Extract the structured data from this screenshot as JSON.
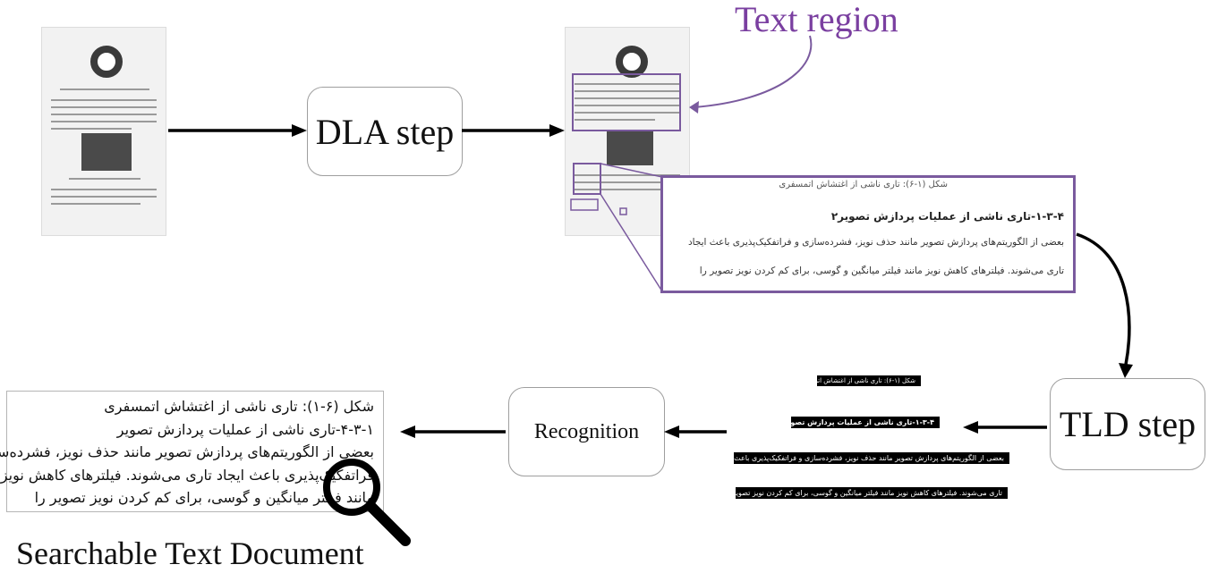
{
  "steps": {
    "dla": "DLA step",
    "tld": "TLD step",
    "recognition": "Recognition"
  },
  "annotations": {
    "text_region": "Text region"
  },
  "crop": {
    "lines": [
      "شکل (۱-۶): تاری ناشی از اغتشاش اتمسفری",
      "۱-۳-۴-تاری ناشی از عملیات پردازش تصویر۲",
      "بعضی از الگوریتم‌های پردازش تصویر مانند حذف نویز، فشرده‌سازی و فراتفکیک‌پذیری باعث ایجاد",
      "تاری می‌شوند. فیلترهای کاهش نویز مانند فیلتر میانگین و گوسی، برای کم کردن نویز تصویر را"
    ]
  },
  "text_lines": [
    "شکل (۱-۶): تاری ناشی از اغتشاش اتمسفری",
    "۱-۳-۴-تاری ناشی از عملیات پردازش تصویر۲",
    "بعضی از الگوریتم‌های پردازش تصویر مانند حذف نویز، فشرده‌سازی و فراتفکیک‌پذیری باعث ایجاد",
    "تاری می‌شوند. فیلترهای کاهش نویز مانند فیلتر میانگین و گوسی، برای کم کردن نویز تصویر را"
  ],
  "output": {
    "lines": [
      "شکل (۶-۱): تاری ناشی از اغتشاش اتمسفری",
      "۴-۳-۱-تاری ناشی از عملیات پردازش تصویر",
      "بعضی از الگوریتم‌های پردازش تصویر مانند حذف نویز، فشرده‌سازی و",
      "فراتفکیک‌پذیری باعث ایجاد تاری می‌شوند. فیلترهای کاهش نویز",
      "مانند فیلتر میانگین و گوسی، برای کم کردن نویز تصویر را"
    ],
    "caption": "Searchable Text Document"
  },
  "icons": {
    "magnifier": "magnifier-icon"
  },
  "colors": {
    "accent": "#7a3fa0",
    "region_border": "#7a5a9e",
    "arrow": "#000000"
  }
}
